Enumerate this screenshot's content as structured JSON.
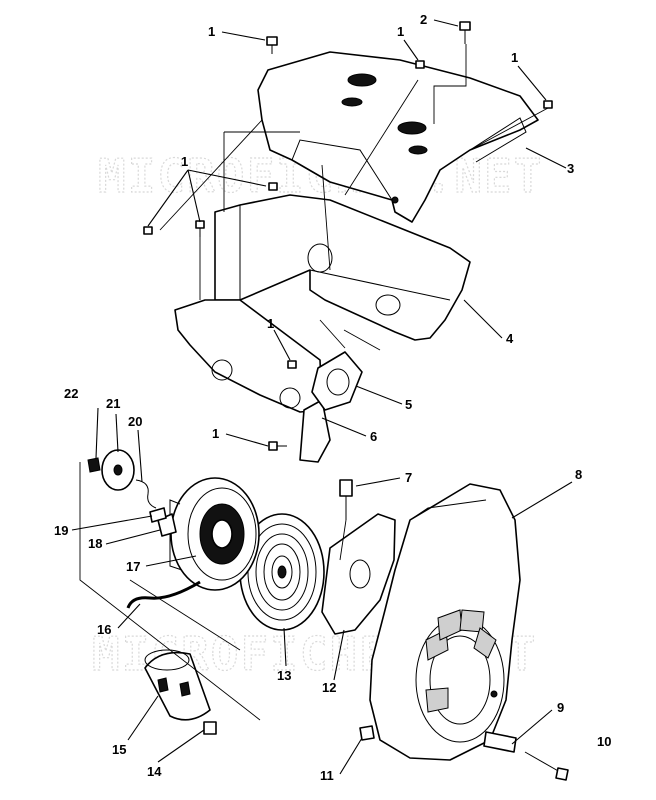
{
  "watermark": "MICROFICHES.NET",
  "callouts": [
    "1",
    "2",
    "3",
    "4",
    "5",
    "6",
    "7",
    "8",
    "9",
    "10",
    "11",
    "12",
    "13",
    "14",
    "15",
    "16",
    "17",
    "18",
    "19",
    "20",
    "21",
    "22"
  ]
}
